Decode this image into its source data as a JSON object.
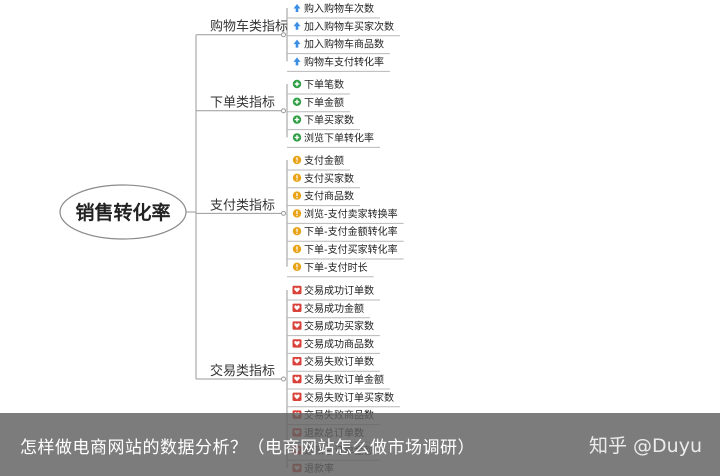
{
  "root": {
    "label": "销售转化率"
  },
  "groups": [
    {
      "label": "购物车类指标",
      "icon": "up-arrow",
      "color": "#3a8ee6",
      "items": [
        "购入购物车次数",
        "加入购物车买家次数",
        "加入购物车商品数",
        "购物车支付转化率"
      ]
    },
    {
      "label": "下单类指标",
      "icon": "plus-circle",
      "color": "#2f9e44",
      "items": [
        "下单笔数",
        "下单金额",
        "下单买家数",
        "浏览下单转化率"
      ]
    },
    {
      "label": "支付类指标",
      "icon": "exclamation-circle",
      "color": "#e8a317",
      "items": [
        "支付金额",
        "支付买家数",
        "支付商品数",
        "浏览-支付卖家转换率",
        "下单-支付金额转化率",
        "下单-支付买家转化率",
        "下单-支付时长"
      ]
    },
    {
      "label": "交易类指标",
      "icon": "heart-box",
      "color": "#d9423a",
      "items": [
        "交易成功订单数",
        "交易成功金额",
        "交易成功买家数",
        "交易成功商品数",
        "交易失败订单数",
        "交易失败订单金额",
        "交易失败订单买家数",
        "交易失败商品数",
        "退款总订单数",
        "退款总订单金额",
        "退款率"
      ]
    }
  ],
  "caption": {
    "text": "怎样做电商网站的数据分析？（电商网站怎么做市场调研）"
  },
  "watermark": {
    "text": "知乎 @Duyu"
  }
}
